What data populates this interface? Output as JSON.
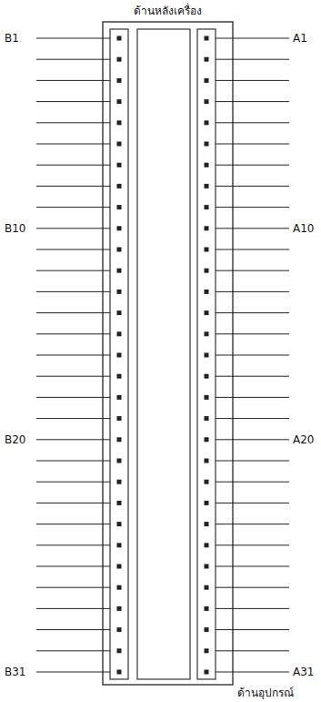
{
  "diagram": {
    "labels": [
      "ด้านหลังเครื่อง",
      "B1",
      "A1",
      "B10",
      "A10",
      "B20",
      "A20",
      "B31",
      "A31",
      "ด้านอุปกรณ์"
    ]
  }
}
